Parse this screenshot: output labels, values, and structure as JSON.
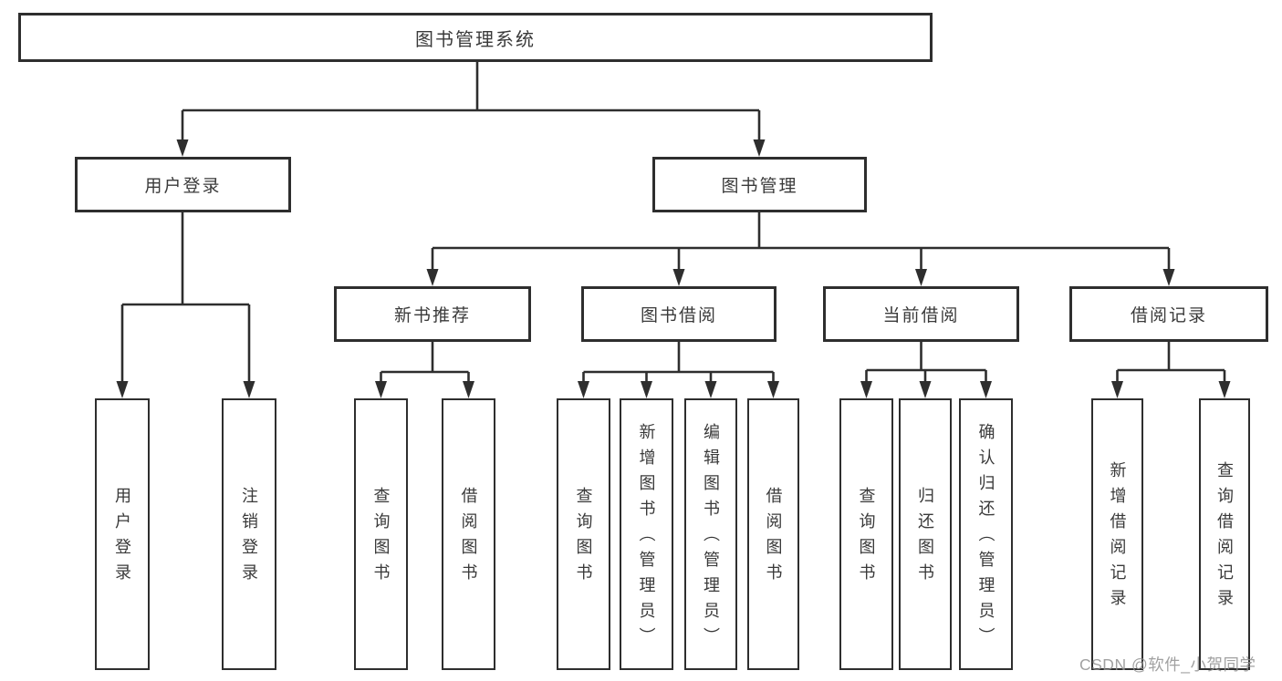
{
  "diagram": {
    "root": {
      "label": "图书管理系统"
    },
    "level2": [
      {
        "id": "user-login",
        "label": "用户登录"
      },
      {
        "id": "book-manage",
        "label": "图书管理"
      }
    ],
    "level3": [
      {
        "id": "new-book-recommend",
        "label": "新书推荐"
      },
      {
        "id": "book-borrow",
        "label": "图书借阅"
      },
      {
        "id": "current-borrow",
        "label": "当前借阅"
      },
      {
        "id": "borrow-records",
        "label": "借阅记录"
      }
    ],
    "leaves": [
      {
        "group": "user-login",
        "label": "用户登录"
      },
      {
        "group": "user-login",
        "label": "注销登录"
      },
      {
        "group": "new-book-recommend",
        "label": "查询图书"
      },
      {
        "group": "new-book-recommend",
        "label": "借阅图书"
      },
      {
        "group": "book-borrow",
        "label": "查询图书"
      },
      {
        "group": "book-borrow",
        "label": "新增图书（管理员）"
      },
      {
        "group": "book-borrow",
        "label": "编辑图书（管理员）"
      },
      {
        "group": "book-borrow",
        "label": "借阅图书"
      },
      {
        "group": "current-borrow",
        "label": "查询图书"
      },
      {
        "group": "current-borrow",
        "label": "归还图书"
      },
      {
        "group": "current-borrow",
        "label": "确认归还（管理员）"
      },
      {
        "group": "borrow-records",
        "label": "新增借阅记录"
      },
      {
        "group": "borrow-records",
        "label": "查询借阅记录"
      }
    ],
    "colors": {
      "line": "#2e2e2e",
      "text": "#3a3a3a",
      "background": "#ffffff",
      "watermark": "#919191"
    }
  },
  "watermark": {
    "text": "CSDN @软件_小贺同学"
  }
}
